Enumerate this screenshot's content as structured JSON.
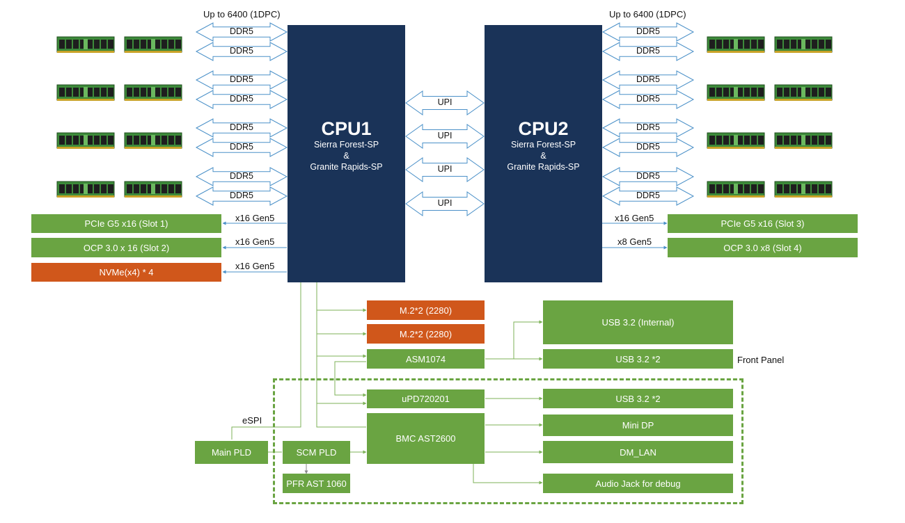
{
  "cpu1": {
    "name": "CPU1",
    "line1": "Sierra Forest-SP",
    "line2": "&",
    "line3": "Granite Rapids-SP"
  },
  "cpu2": {
    "name": "CPU2",
    "line1": "Sierra Forest-SP",
    "line2": "&",
    "line3": "Granite Rapids-SP"
  },
  "memory": {
    "left_speed": "Up to 6400 (1DPC)",
    "right_speed": "Up to 6400 (1DPC)",
    "channel_label": "DDR5",
    "channels_per_side": 8,
    "dimm_icon": "memory-module-icon"
  },
  "upi": {
    "label": "UPI",
    "count": 4
  },
  "left_io": {
    "slot1": "PCIe G5 x16 (Slot 1)",
    "slot1_link": "x16 Gen5",
    "slot2": "OCP 3.0 x 16 (Slot 2)",
    "slot2_link": "x16 Gen5",
    "nvme": "NVMe(x4) * 4",
    "nvme_link": "x16 Gen5"
  },
  "right_io": {
    "slot3": "PCIe G5 x16 (Slot 3)",
    "slot3_link": "x16 Gen5",
    "slot4": "OCP 3.0 x8 (Slot 4)",
    "slot4_link": "x8 Gen5"
  },
  "pch": {
    "m2_a": "M.2*2 (2280)",
    "m2_b": "M.2*2 (2280)",
    "asm": "ASM1074",
    "usb_internal": "USB 3.2 (Internal)",
    "usb_front": "USB 3.2 *2",
    "front_panel": "Front Panel",
    "upd": "uPD720201",
    "bmc": "BMC AST2600",
    "usb_rear": "USB 3.2 *2",
    "mini_dp": "Mini DP",
    "dm_lan": "DM_LAN",
    "audio": "Audio Jack for debug",
    "main_pld": "Main PLD",
    "espi": "eSPI",
    "scm_pld": "SCM PLD",
    "pfr": "PFR AST 1060"
  },
  "colors": {
    "cpu": "#1a3358",
    "green": "#6aa442",
    "orange": "#d0571b",
    "ddr_arrow": "#4a90c8",
    "wire": "#7cb257"
  }
}
